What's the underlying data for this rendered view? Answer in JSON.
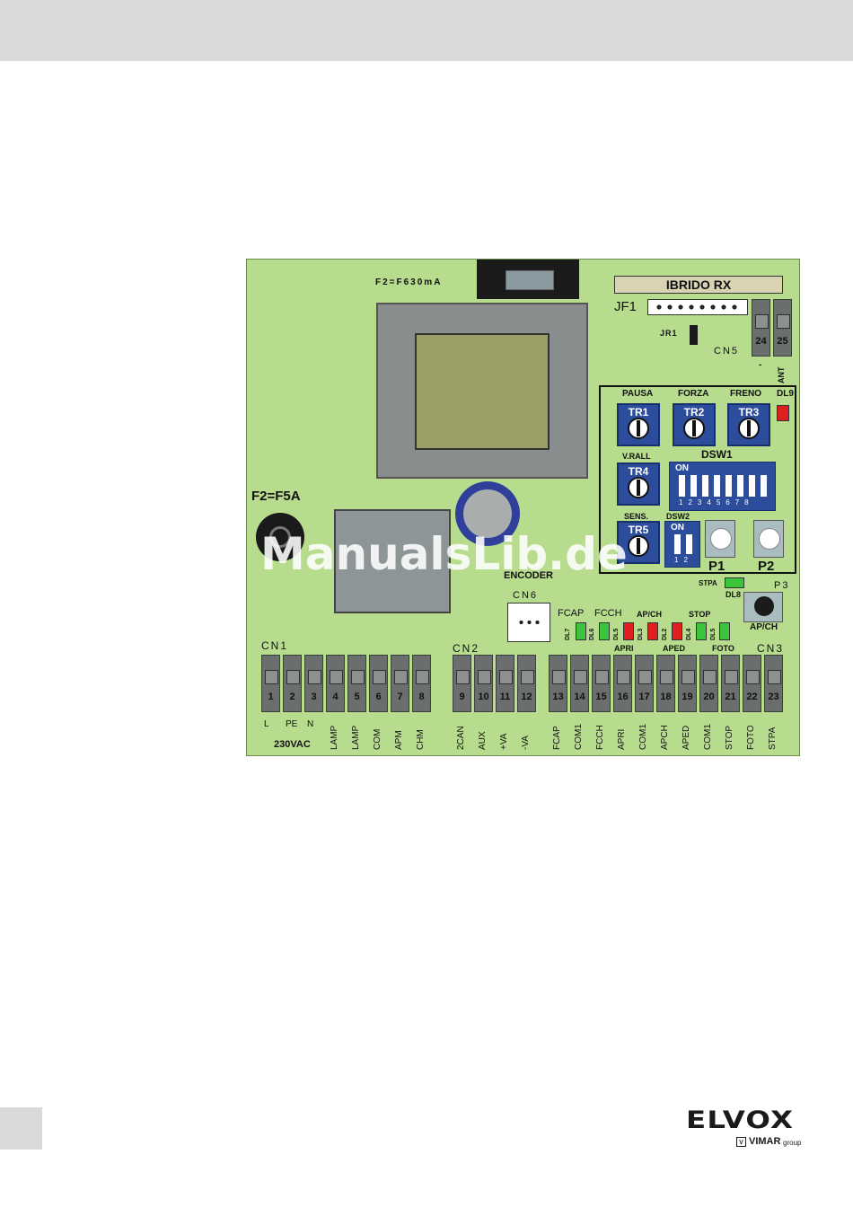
{
  "header": {},
  "board": {
    "fuse_top_label": "F2=F630mA",
    "fuse_left_label": "F2=F5A",
    "module_label": "IBRIDO RX",
    "jf1_label": "JF1",
    "jr1_label": "JR1",
    "cn5_label": "CN5",
    "cn5_terminals": [
      "24",
      "25"
    ],
    "cn5_sub": [
      "-",
      "ANT"
    ],
    "encoder_label": "ENCODER",
    "cn6_label": "CN6",
    "trimmers": [
      {
        "name": "TR1",
        "caption": "PAUSA"
      },
      {
        "name": "TR2",
        "caption": "FORZA"
      },
      {
        "name": "TR3",
        "caption": "FRENO"
      },
      {
        "name": "TR4",
        "caption": "V.RALL"
      },
      {
        "name": "TR5",
        "caption": "SENS."
      }
    ],
    "dl9_label": "DL9",
    "dsw1_label": "DSW1",
    "dsw1_on": "ON",
    "dsw1_numbers": [
      "1",
      "2",
      "3",
      "4",
      "5",
      "6",
      "7",
      "8"
    ],
    "dsw2_label": "DSW2",
    "dsw2_on": "ON",
    "dsw2_numbers": [
      "1",
      "2"
    ],
    "p1_label": "P1",
    "p2_label": "P2",
    "p3_label": "P3",
    "stpa_label": "STPA",
    "dl8_label": "DL8",
    "apch_label": "AP/CH",
    "led_top_labels": [
      "FCAP",
      "FCCH",
      "AP/CH",
      "STOP"
    ],
    "led_bottom_labels": [
      "APRI",
      "APED",
      "FOTO"
    ],
    "leds": [
      {
        "name": "DL7",
        "color": "#3cc43c"
      },
      {
        "name": "DL6",
        "color": "#3cc43c"
      },
      {
        "name": "DL5",
        "color": "#e02020"
      },
      {
        "name": "DL3",
        "color": "#e02020"
      },
      {
        "name": "DL2",
        "color": "#e02020"
      },
      {
        "name": "DL4",
        "color": "#3cc43c"
      },
      {
        "name": "DL5",
        "color": "#3cc43c"
      }
    ],
    "cn1_label": "CN1",
    "cn2_label": "CN2",
    "cn3_label": "CN3",
    "voltage_label": "230VAC",
    "cn1_terminals": [
      {
        "num": "1",
        "label": "L"
      },
      {
        "num": "2",
        "label": "PE"
      },
      {
        "num": "3",
        "label": "N"
      },
      {
        "num": "4",
        "label": "LAMP"
      },
      {
        "num": "5",
        "label": "LAMP"
      },
      {
        "num": "6",
        "label": "COM"
      },
      {
        "num": "7",
        "label": "APM"
      },
      {
        "num": "8",
        "label": "CHM"
      }
    ],
    "cn2_terminals": [
      {
        "num": "9",
        "label": "2CAN"
      },
      {
        "num": "10",
        "label": "AUX"
      },
      {
        "num": "11",
        "label": "+VA"
      },
      {
        "num": "12",
        "label": "-VA"
      }
    ],
    "cn3_terminals": [
      {
        "num": "13",
        "label": "FCAP"
      },
      {
        "num": "14",
        "label": "COM1"
      },
      {
        "num": "15",
        "label": "FCCH"
      },
      {
        "num": "16",
        "label": "APRI"
      },
      {
        "num": "17",
        "label": "COM1"
      },
      {
        "num": "18",
        "label": "APCH"
      },
      {
        "num": "19",
        "label": "APED"
      },
      {
        "num": "20",
        "label": "COM1"
      },
      {
        "num": "21",
        "label": "STOP"
      },
      {
        "num": "22",
        "label": "FOTO"
      },
      {
        "num": "23",
        "label": "STPA"
      }
    ]
  },
  "watermark": "ManualsLib.de",
  "footer": {
    "brand": "ELVOX",
    "sub_brand": "VIMAR",
    "sub_suffix": "group"
  }
}
